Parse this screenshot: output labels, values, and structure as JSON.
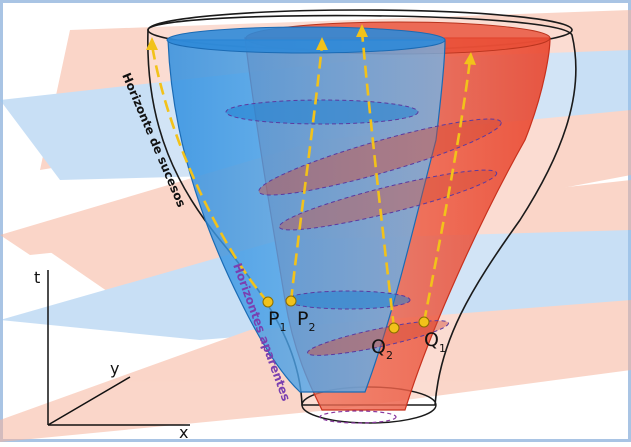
{
  "labels": {
    "event_horizon": "Horizonte de sucesos",
    "apparent_horizons": "Horizontes aparentes",
    "points": [
      {
        "id": "P",
        "sub": "1"
      },
      {
        "id": "P",
        "sub": "2"
      },
      {
        "id": "Q",
        "sub": "2"
      },
      {
        "id": "Q",
        "sub": "1"
      }
    ],
    "axes": {
      "t": "t",
      "x": "x",
      "y": "y"
    }
  },
  "colors": {
    "frame_border": "#a9c4e4",
    "blue_surface": "#3f9be0",
    "red_surface": "#ee5a42",
    "slice_blue": "#9cc6ee",
    "slice_orange": "#f6b49c",
    "worldline": "#f2c21a",
    "apparent_label": "#7a3fb0"
  }
}
